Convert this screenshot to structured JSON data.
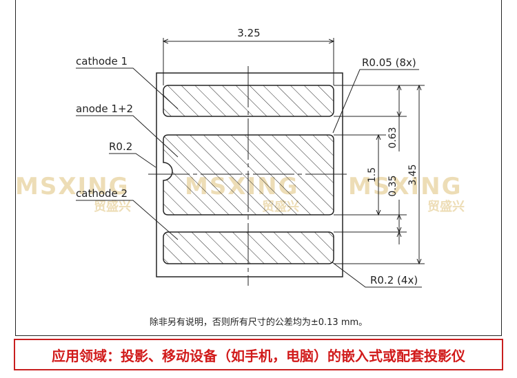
{
  "labels": {
    "cathode1": "cathode 1",
    "anode": "anode 1+2",
    "r02_left": "R0.2",
    "cathode2": "cathode 2",
    "r005": "R0.05 (8x)",
    "r02_corner": "R0.2 (4x)"
  },
  "dimensions": {
    "width": "3.25",
    "d063": "0.63",
    "d15": "1.5",
    "d035": "0.35",
    "d345": "3.45"
  },
  "watermark": {
    "text": "MSXING",
    "chinese": "贸盛兴"
  },
  "note": "除非另有说明，否则所有尺寸的公差均为±0.13 mm。",
  "banner": "应用领域：投影、移动设备（如手机，电脑）的嵌入式或配套投影仪",
  "colors": {
    "line": "#222222",
    "watermark": "#e6c98a",
    "banner": "#d11a1a"
  }
}
